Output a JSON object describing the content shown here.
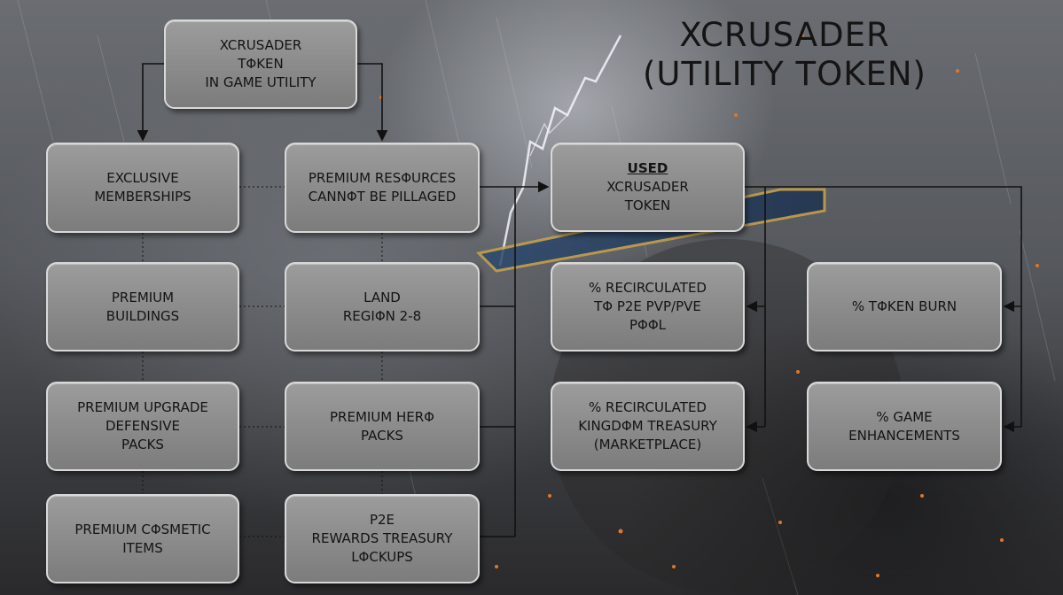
{
  "title": {
    "line1": "XCRUSADER",
    "line2": "(UTILITY TOKEN)"
  },
  "boxes": {
    "root": [
      "XCRUSADER",
      "TΦKEN",
      "IN GAME UTILITY"
    ],
    "exclusive_memberships": [
      "EXCLUSIVE",
      "MEMBERSHIPS"
    ],
    "premium_resources": [
      "PREMIUM RESΦURCES",
      "CANNΦT BE PILLAGED"
    ],
    "premium_buildings": [
      "PREMIUM",
      "BUILDINGS"
    ],
    "land_region": [
      "LAND",
      "REGIΦN 2-8"
    ],
    "premium_upgrade": [
      "PREMIUM UPGRADE",
      "DEFENSIVE",
      "PACKS"
    ],
    "premium_hero": [
      "PREMIUM HERΦ",
      "PACKS"
    ],
    "premium_cosmetic": [
      "PREMIUM CΦSMETIC",
      "ITEMS"
    ],
    "p2e_rewards": [
      "P2E",
      "REWARDS TREASURY",
      "LΦCKUPS"
    ],
    "used_token": [
      "USED",
      "XCRUSADER",
      "TOKEN"
    ],
    "recirculated_p2e": [
      "% RECIRCULATED",
      "TΦ P2E PVP/PVE",
      "PΦΦL"
    ],
    "token_burn": [
      "% TΦKEN BURN"
    ],
    "recirculated_kingdom": [
      "% RECIRCULATED",
      "KINGDΦM TREASURY",
      "(MARKETPLACE)"
    ],
    "game_enhancements": [
      "% GAME",
      "ENHANCEMENTS"
    ]
  }
}
